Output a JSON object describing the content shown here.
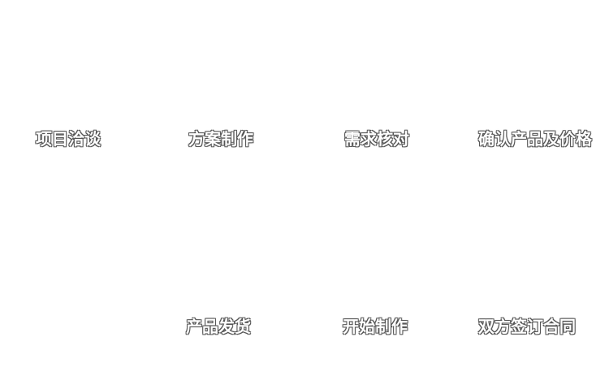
{
  "page": {
    "background_color": "#ffffff",
    "text_color": "#ffffff",
    "outline_color": "#555555"
  },
  "diagram": {
    "type": "process-flow",
    "description": "Service workflow diagram with two rows of step labels; flow runs left-to-right on the top row, then right-to-left on the bottom row.",
    "steps_top": [
      {
        "index": 1,
        "label": "项目洽谈"
      },
      {
        "index": 2,
        "label": "方案制作"
      },
      {
        "index": 3,
        "label": "需求核对"
      },
      {
        "index": 4,
        "label": "确认产品及价格"
      }
    ],
    "steps_bottom": [
      {
        "index": 5,
        "label": "双方签订合同"
      },
      {
        "index": 6,
        "label": "开始制作"
      },
      {
        "index": 7,
        "label": "产品发货"
      }
    ],
    "flow_order": [
      "项目洽谈",
      "方案制作",
      "需求核对",
      "确认产品及价格",
      "双方签订合同",
      "开始制作",
      "产品发货"
    ]
  }
}
